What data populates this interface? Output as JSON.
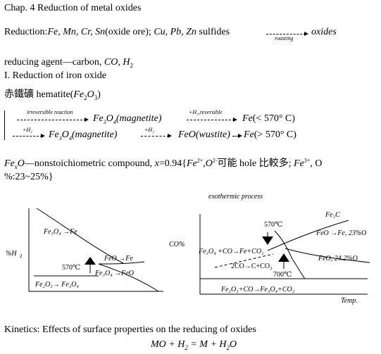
{
  "chapter_title": "Chap. 4 Reduction of metal oxides",
  "reduction": {
    "prefix": "Reduction:",
    "metals_italic": "Fe, Mn, Cr, Sn",
    "oxide_ore": "(oxide ore); ",
    "metals2_italic": "Cu, Pb, Zn",
    "sulfides": " sulfides ",
    "arrow_label": "roasting",
    "result": "oxides"
  },
  "reducing_agent": {
    "text": "reducing agent—carbon, ",
    "agents_italic": "CO, H",
    "sub2": "2"
  },
  "section1": "I. Reduction of iron oxide",
  "hematite": {
    "chinese": "赤鐵礦 ",
    "word": "hematite(",
    "formula": "Fe",
    "sub_a": "2",
    "o": "O",
    "sub_b": "3",
    "close": ")"
  },
  "eq1": {
    "arrow1_label": "irreversible reaction",
    "p1": "Fe",
    "p1_sub": "3",
    "p1_o": "O",
    "p1_sub2": "4",
    "p1_name": "(magnetite)",
    "arrow2_label": "+H₂,reversible",
    "p2": "Fe",
    "condition": "(< 570° C)"
  },
  "eq2": {
    "arrow1_label": "+H₂",
    "p1": "Fe",
    "p1_sub": "3",
    "p1_o": "O",
    "p1_sub2": "4",
    "p1_name": "(magnetite)",
    "arrow2_label": "+H₂",
    "p2": "FeO",
    "p2_name": "(wustite)",
    "p3": "Fe",
    "condition": "(> 570° C)"
  },
  "nonstoich": {
    "formula_italic": "Fe",
    "sub_x": "x",
    "formula_o": "O",
    "line1": "—nonstoichiometric compound, ",
    "x_eq": "x",
    "x_val": "=0.94{",
    "fe2": "Fe",
    "fe2_sup": "2+",
    "sep": ",",
    "o2": "O",
    "o2_sup": "2-",
    "zh1": "可能 hole 比較多; ",
    "fe3": "Fe",
    "fe3_sup": "3+",
    "tail": ", O",
    "line2": "%:23~25%}"
  },
  "diagram_left": {
    "ylabel": "%H",
    "ylabel_sub": "2",
    "region1": "Fe₃O₄ →Fe",
    "region2": "FeO →Fe",
    "region3": "Fe₃O₄ →FeO",
    "region4": "Fe₂O₃→ Fe₃O₄",
    "temp": "570℃"
  },
  "diagram_right": {
    "title": "exothermic process",
    "ylabel": "CO%",
    "fe3c": "Fe₃C",
    "feo_fe": "FeO →Fe, 23%O",
    "feo_242": "FeO, 24.2%O",
    "temp_top": "570℃",
    "reaction1": "Fe₃O₄ +CO→Fe+CO₂",
    "reaction2": "2CO→C+CO₂",
    "temp_bottom": "700℃",
    "reaction3": "Fe₂O₃+CO→Fe₃O₄+CO₂",
    "xlabel": "Temp."
  },
  "kinetics": "Kinetics: Effects of surface properties on the reducing of oxides",
  "final_eq": {
    "lhs": "MO + H",
    "lhs_sub": "2",
    "mid": " = M + H",
    "rhs_sub": "2",
    "rhs": "O"
  }
}
